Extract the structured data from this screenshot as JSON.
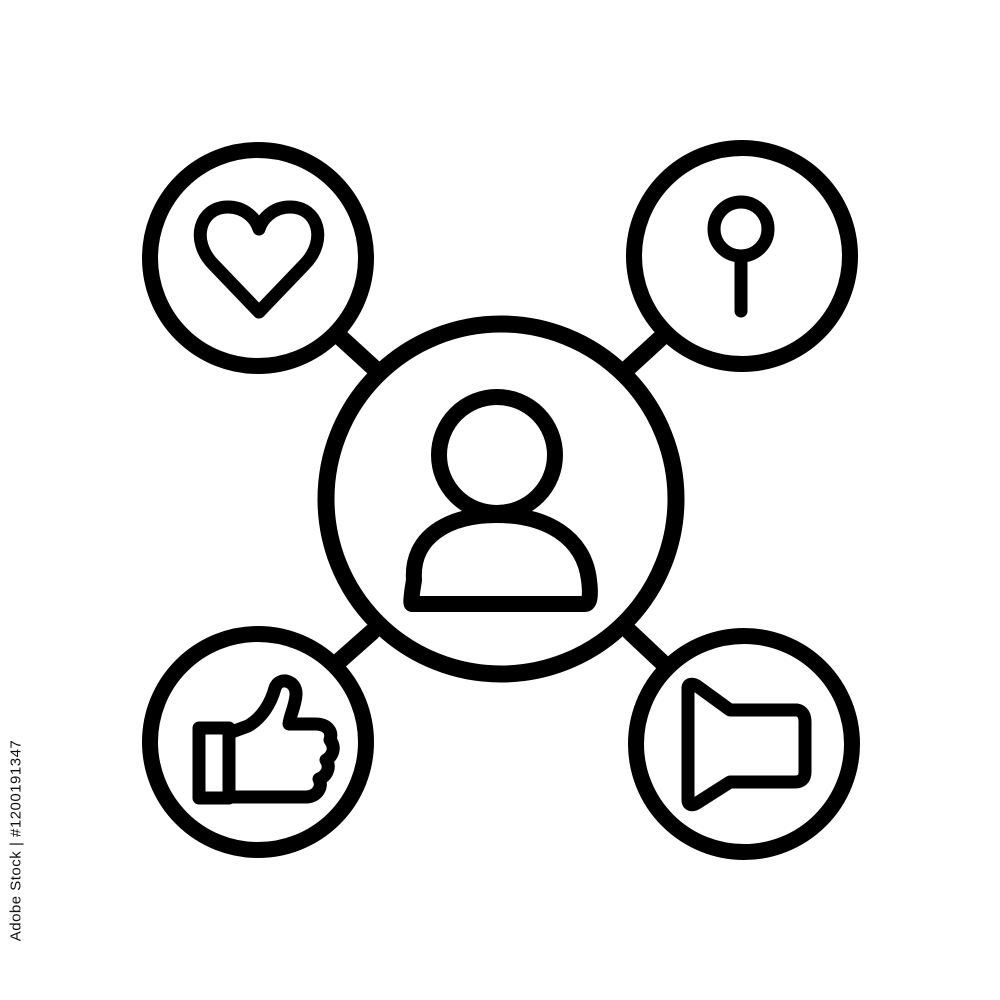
{
  "diagram": {
    "center_node": {
      "icon": "user-icon"
    },
    "satellites": [
      {
        "position": "top-left",
        "icon": "heart-icon"
      },
      {
        "position": "top-right",
        "icon": "location-pin-icon"
      },
      {
        "position": "bottom-left",
        "icon": "thumbs-up-icon"
      },
      {
        "position": "bottom-right",
        "icon": "play-icon"
      }
    ],
    "stroke_color": "#000000",
    "background_color": "#ffffff"
  },
  "watermark": {
    "stock_id": "Adobe Stock | #1200191347"
  }
}
